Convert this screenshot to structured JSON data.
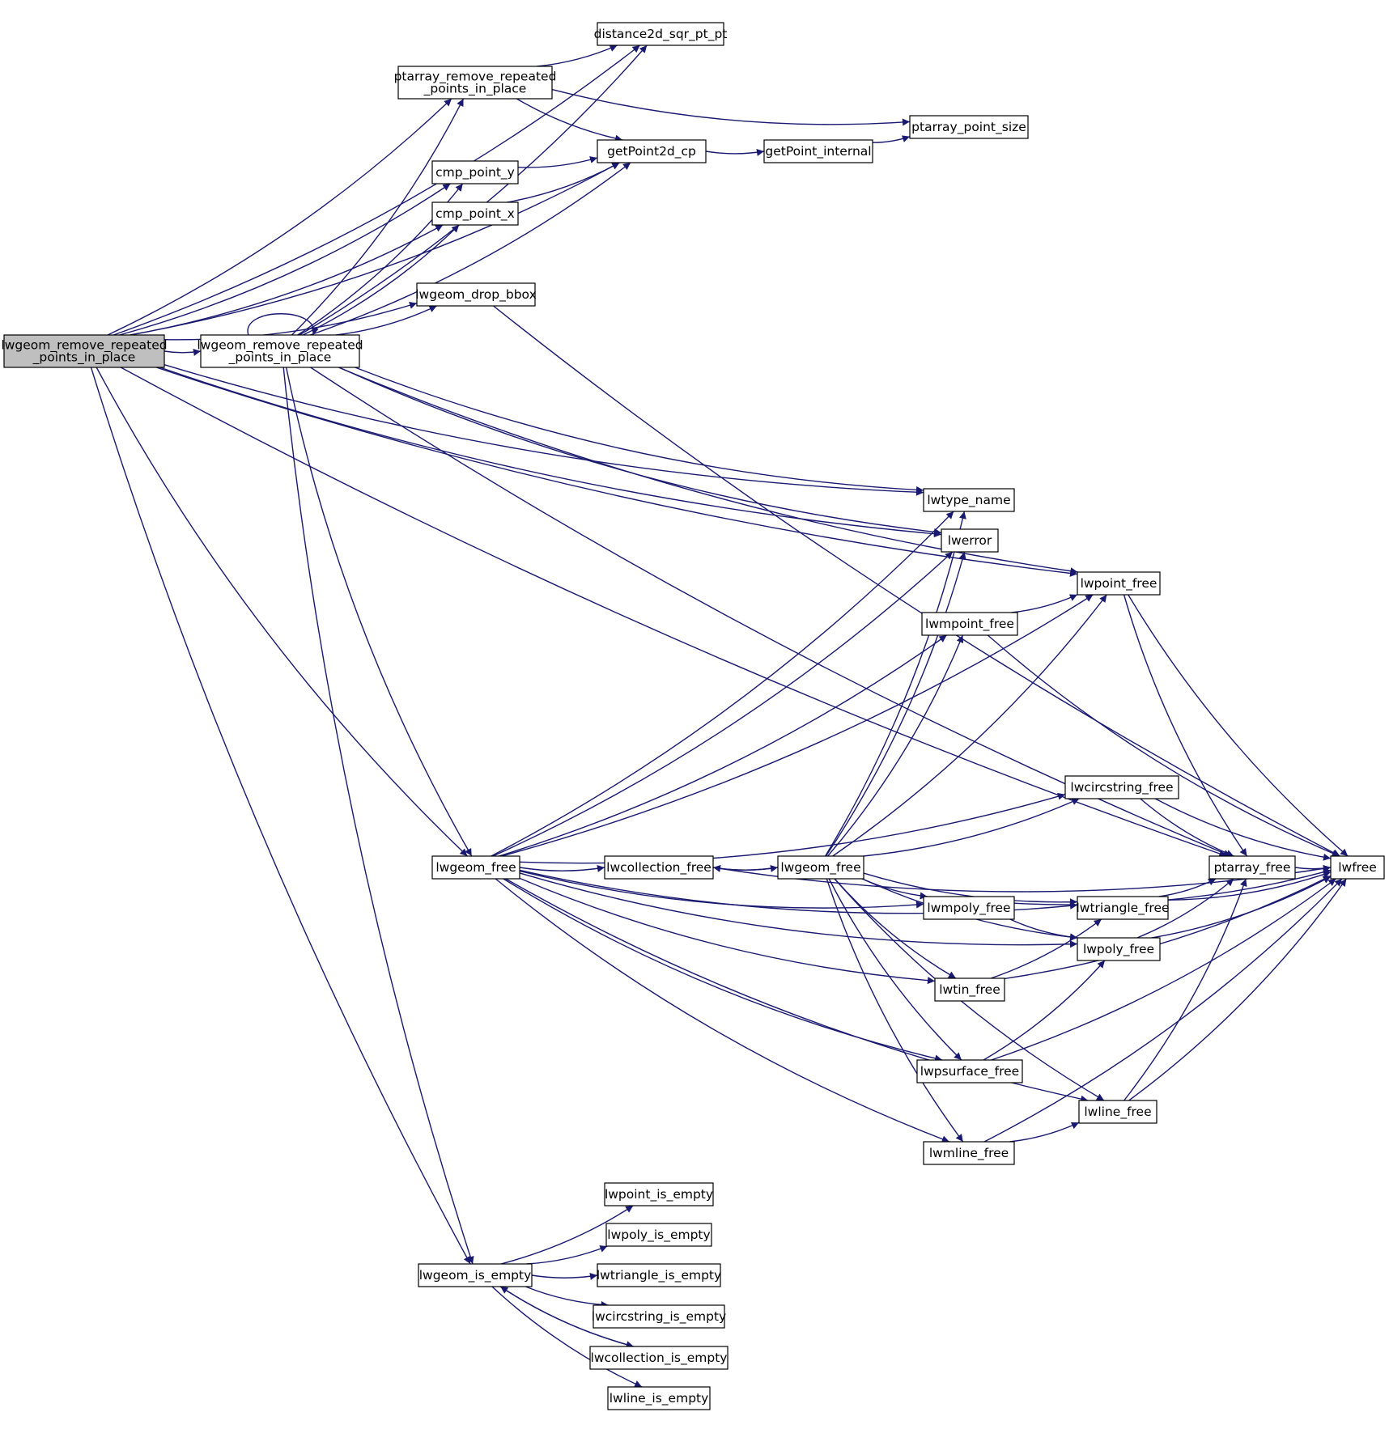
{
  "graph": {
    "root": "lwgeom_remove_repeated_points_in_place",
    "colors": {
      "root_fill": "#bfbfbf",
      "node_fill": "#ffffff",
      "edge": "#191970",
      "border": "#000000"
    },
    "nodes": [
      {
        "id": "root",
        "lines": [
          "lwgeom_remove_repeated",
          "_points_in_place"
        ],
        "highlight": true
      },
      {
        "id": "lrrp",
        "lines": [
          "lwgeom_remove_repeated",
          "_points_in_place"
        ]
      },
      {
        "id": "distance2d",
        "lines": [
          "distance2d_sqr_pt_pt"
        ]
      },
      {
        "id": "ptarray_rrp",
        "lines": [
          "ptarray_remove_repeated",
          "_points_in_place"
        ]
      },
      {
        "id": "ptarray_point_size",
        "lines": [
          "ptarray_point_size"
        ]
      },
      {
        "id": "getPoint2d_cp",
        "lines": [
          "getPoint2d_cp"
        ]
      },
      {
        "id": "getPoint_internal",
        "lines": [
          "getPoint_internal"
        ]
      },
      {
        "id": "cmp_point_y",
        "lines": [
          "cmp_point_y"
        ]
      },
      {
        "id": "cmp_point_x",
        "lines": [
          "cmp_point_x"
        ]
      },
      {
        "id": "lwgeom_drop_bbox",
        "lines": [
          "lwgeom_drop_bbox"
        ]
      },
      {
        "id": "lwtype_name",
        "lines": [
          "lwtype_name"
        ]
      },
      {
        "id": "lwerror",
        "lines": [
          "lwerror"
        ]
      },
      {
        "id": "lwpoint_free",
        "lines": [
          "lwpoint_free"
        ]
      },
      {
        "id": "lwmpoint_free",
        "lines": [
          "lwmpoint_free"
        ]
      },
      {
        "id": "lwcircstring_free",
        "lines": [
          "lwcircstring_free"
        ]
      },
      {
        "id": "lwgeom_free_a",
        "lines": [
          "lwgeom_free"
        ]
      },
      {
        "id": "lwcollection_free",
        "lines": [
          "lwcollection_free"
        ]
      },
      {
        "id": "lwgeom_free_b",
        "lines": [
          "lwgeom_free"
        ]
      },
      {
        "id": "ptarray_free",
        "lines": [
          "ptarray_free"
        ]
      },
      {
        "id": "lwfree",
        "lines": [
          "lwfree"
        ]
      },
      {
        "id": "lwmpoly_free",
        "lines": [
          "lwmpoly_free"
        ]
      },
      {
        "id": "lwtriangle_free",
        "lines": [
          "lwtriangle_free"
        ]
      },
      {
        "id": "lwpoly_free",
        "lines": [
          "lwpoly_free"
        ]
      },
      {
        "id": "lwtin_free",
        "lines": [
          "lwtin_free"
        ]
      },
      {
        "id": "lwpsurface_free",
        "lines": [
          "lwpsurface_free"
        ]
      },
      {
        "id": "lwline_free",
        "lines": [
          "lwline_free"
        ]
      },
      {
        "id": "lwmline_free",
        "lines": [
          "lwmline_free"
        ]
      },
      {
        "id": "lwpoint_is_empty",
        "lines": [
          "lwpoint_is_empty"
        ]
      },
      {
        "id": "lwpoly_is_empty",
        "lines": [
          "lwpoly_is_empty"
        ]
      },
      {
        "id": "lwgeom_is_empty",
        "lines": [
          "lwgeom_is_empty"
        ]
      },
      {
        "id": "lwtriangle_is_empty",
        "lines": [
          "lwtriangle_is_empty"
        ]
      },
      {
        "id": "lwcircstring_is_empty",
        "lines": [
          "lwcircstring_is_empty"
        ]
      },
      {
        "id": "lwcollection_is_empty",
        "lines": [
          "lwcollection_is_empty"
        ]
      },
      {
        "id": "lwline_is_empty",
        "lines": [
          "lwline_is_empty"
        ]
      }
    ],
    "edges": [
      [
        "root",
        "distance2d"
      ],
      [
        "root",
        "ptarray_rrp"
      ],
      [
        "root",
        "getPoint2d_cp"
      ],
      [
        "root",
        "cmp_point_y"
      ],
      [
        "root",
        "cmp_point_x"
      ],
      [
        "root",
        "lwgeom_drop_bbox"
      ],
      [
        "root",
        "lrrp"
      ],
      [
        "root",
        "lwpoint_free"
      ],
      [
        "root",
        "lwtype_name"
      ],
      [
        "root",
        "lwerror"
      ],
      [
        "root",
        "lwgeom_free_a"
      ],
      [
        "root",
        "lwgeom_is_empty"
      ],
      [
        "root",
        "ptarray_free"
      ],
      [
        "lrrp",
        "distance2d"
      ],
      [
        "lrrp",
        "ptarray_rrp"
      ],
      [
        "lrrp",
        "getPoint2d_cp"
      ],
      [
        "lrrp",
        "cmp_point_y"
      ],
      [
        "lrrp",
        "cmp_point_x"
      ],
      [
        "lrrp",
        "lwgeom_drop_bbox"
      ],
      [
        "lrrp",
        "lrrp"
      ],
      [
        "lrrp",
        "ptarray_free"
      ],
      [
        "lrrp",
        "lwpoint_free"
      ],
      [
        "lrrp",
        "lwtype_name"
      ],
      [
        "lrrp",
        "lwerror"
      ],
      [
        "lrrp",
        "lwgeom_free_a"
      ],
      [
        "lrrp",
        "lwgeom_is_empty"
      ],
      [
        "ptarray_rrp",
        "distance2d"
      ],
      [
        "ptarray_rrp",
        "getPoint2d_cp"
      ],
      [
        "ptarray_rrp",
        "ptarray_point_size"
      ],
      [
        "getPoint2d_cp",
        "getPoint_internal"
      ],
      [
        "getPoint_internal",
        "ptarray_point_size"
      ],
      [
        "cmp_point_y",
        "getPoint2d_cp"
      ],
      [
        "cmp_point_x",
        "getPoint2d_cp"
      ],
      [
        "lwgeom_drop_bbox",
        "lwfree"
      ],
      [
        "lwgeom_free_a",
        "lwtype_name"
      ],
      [
        "lwgeom_free_a",
        "lwerror"
      ],
      [
        "lwgeom_free_a",
        "lwpoint_free"
      ],
      [
        "lwgeom_free_a",
        "lwmpoint_free"
      ],
      [
        "lwgeom_free_a",
        "lwcircstring_free"
      ],
      [
        "lwgeom_free_a",
        "lwcollection_free"
      ],
      [
        "lwgeom_free_a",
        "lwmpoly_free"
      ],
      [
        "lwgeom_free_a",
        "lwtriangle_free"
      ],
      [
        "lwgeom_free_a",
        "lwtin_free"
      ],
      [
        "lwgeom_free_a",
        "lwpoly_free"
      ],
      [
        "lwgeom_free_a",
        "lwpsurface_free"
      ],
      [
        "lwgeom_free_a",
        "lwmline_free"
      ],
      [
        "lwgeom_free_a",
        "lwline_free"
      ],
      [
        "lwcollection_free",
        "lwgeom_free_b"
      ],
      [
        "lwcollection_free",
        "lwfree"
      ],
      [
        "lwgeom_free_b",
        "lwcollection_free"
      ],
      [
        "lwgeom_free_b",
        "lwtype_name"
      ],
      [
        "lwgeom_free_b",
        "lwerror"
      ],
      [
        "lwgeom_free_b",
        "lwmpoint_free"
      ],
      [
        "lwgeom_free_b",
        "lwpoint_free"
      ],
      [
        "lwgeom_free_b",
        "lwcircstring_free"
      ],
      [
        "lwgeom_free_b",
        "lwtriangle_free"
      ],
      [
        "lwgeom_free_b",
        "lwpoly_free"
      ],
      [
        "lwgeom_free_b",
        "lwmpoly_free"
      ],
      [
        "lwgeom_free_b",
        "lwtin_free"
      ],
      [
        "lwgeom_free_b",
        "lwpsurface_free"
      ],
      [
        "lwgeom_free_b",
        "lwmline_free"
      ],
      [
        "lwgeom_free_b",
        "lwline_free"
      ],
      [
        "lwpoint_free",
        "ptarray_free"
      ],
      [
        "lwpoint_free",
        "lwfree"
      ],
      [
        "lwmpoint_free",
        "lwpoint_free"
      ],
      [
        "lwmpoint_free",
        "lwfree"
      ],
      [
        "lwcircstring_free",
        "ptarray_free"
      ],
      [
        "lwcircstring_free",
        "lwfree"
      ],
      [
        "ptarray_free",
        "lwfree"
      ],
      [
        "lwmpoly_free",
        "lwpoly_free"
      ],
      [
        "lwmpoly_free",
        "lwfree"
      ],
      [
        "lwtriangle_free",
        "ptarray_free"
      ],
      [
        "lwtriangle_free",
        "lwfree"
      ],
      [
        "lwpoly_free",
        "ptarray_free"
      ],
      [
        "lwpoly_free",
        "lwfree"
      ],
      [
        "lwtin_free",
        "lwtriangle_free"
      ],
      [
        "lwtin_free",
        "lwfree"
      ],
      [
        "lwpsurface_free",
        "lwpoly_free"
      ],
      [
        "lwpsurface_free",
        "lwfree"
      ],
      [
        "lwline_free",
        "ptarray_free"
      ],
      [
        "lwline_free",
        "lwfree"
      ],
      [
        "lwmline_free",
        "lwline_free"
      ],
      [
        "lwmline_free",
        "lwfree"
      ],
      [
        "lwgeom_is_empty",
        "lwpoint_is_empty"
      ],
      [
        "lwgeom_is_empty",
        "lwpoly_is_empty"
      ],
      [
        "lwgeom_is_empty",
        "lwtriangle_is_empty"
      ],
      [
        "lwgeom_is_empty",
        "lwcircstring_is_empty"
      ],
      [
        "lwgeom_is_empty",
        "lwcollection_is_empty"
      ],
      [
        "lwgeom_is_empty",
        "lwline_is_empty"
      ],
      [
        "lwcollection_is_empty",
        "lwgeom_is_empty"
      ]
    ]
  }
}
